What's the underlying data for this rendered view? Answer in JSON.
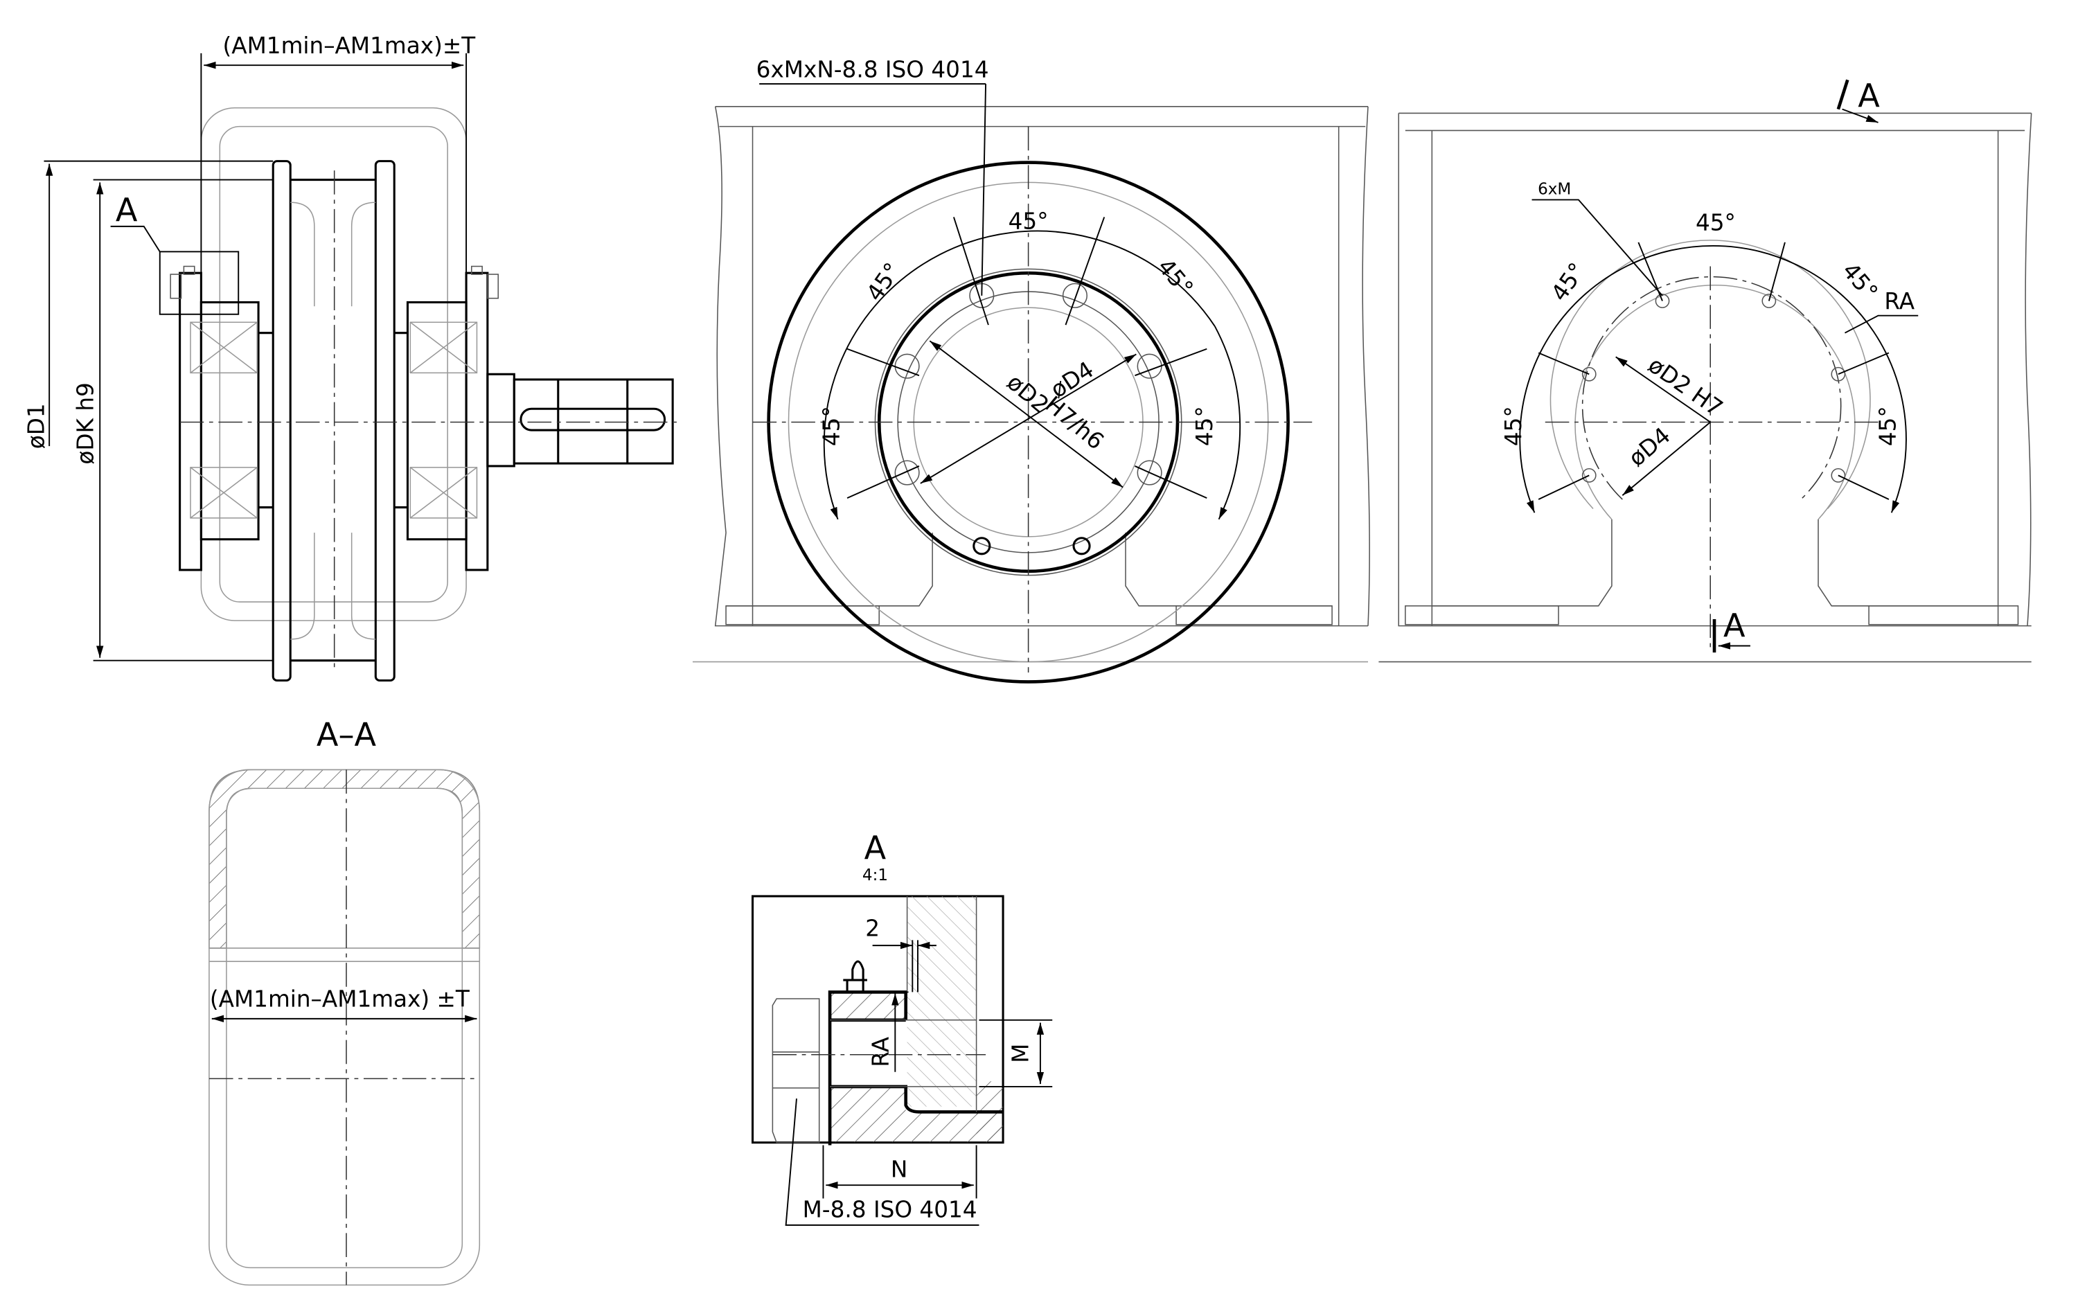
{
  "drawing": {
    "side_view": {
      "width_dim": "(AM1min–AM1max)±T",
      "dia_d1": "øD1",
      "dia_dk": "øDK h9",
      "detail_ref": "A"
    },
    "front_view": {
      "bolt_callout": "6xMxN-8.8 ISO 4014",
      "angles": [
        "45°",
        "45°",
        "45°",
        "45°",
        "45°"
      ],
      "dia_d2": "øD2",
      "fit": "H7/h6",
      "dia_d4": "øD4"
    },
    "rear_view": {
      "hole_callout": "6xM",
      "angles": [
        "45°",
        "45°",
        "45°",
        "45°",
        "45°"
      ],
      "ra": "RA",
      "dia_d2": "øD2 H7",
      "dia_d4": "øD4",
      "section_mark_top": "A",
      "section_mark_bottom": "A"
    },
    "section_aa": {
      "title": "A–A",
      "width_dim": "(AM1min–AM1max) ±T"
    },
    "detail_a": {
      "title": "A",
      "scale": "4:1",
      "gap_dim": "2",
      "ra": "RA",
      "m": "M",
      "n": "N",
      "bolt_callout": "M-8.8 ISO 4014"
    }
  }
}
